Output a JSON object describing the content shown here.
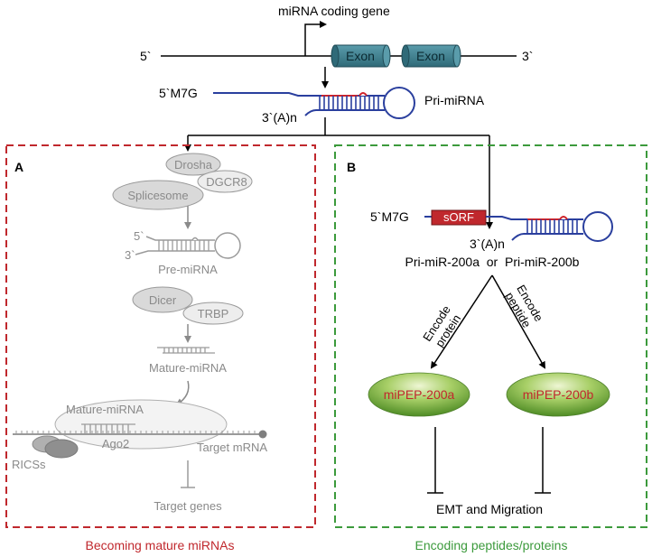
{
  "top": {
    "gene_label": "miRNA coding gene",
    "five_prime": "5`",
    "three_prime": "3`",
    "exon1": "Exon",
    "exon2": "Exon",
    "cap": "5`M7G",
    "polyA": "3`(A)n",
    "pri_label": "Pri-miRNA"
  },
  "panel_a": {
    "letter": "A",
    "drosha": "Drosha",
    "dgcr8": "DGCR8",
    "splicesome": "Splicesome",
    "five_prime": "5`",
    "three_prime": "3`",
    "pre_mirna": "Pre-miRNA",
    "dicer": "Dicer",
    "trbp": "TRBP",
    "mature": "Mature-miRNA",
    "mature2": "Mature-miRNA",
    "ago2": "Ago2",
    "target_mrna": "Target mRNA",
    "ricss": "RICSs",
    "target_genes": "Target genes",
    "caption": "Becoming mature miRNAs"
  },
  "panel_b": {
    "letter": "B",
    "cap": "5`M7G",
    "sorf": "sORF",
    "polyA": "3`(A)n",
    "pri_200": "Pri-miR-200a  or  Pri-miR-200b",
    "encode_protein_1": "Encode",
    "encode_protein_2": "protein",
    "encode_peptide_1": "Encode",
    "encode_peptide_2": "peptide",
    "mipep_a": "miPEP-200a",
    "mipep_b": "miPEP-200b",
    "emt": "EMT and Migration",
    "caption": "Encoding peptides/proteins"
  },
  "colors": {
    "panel_a_border": "#c0282d",
    "panel_b_border": "#3c9a3c",
    "exon_fill": "#3e7f8e",
    "sorf_fill": "#c0282d",
    "mipep_fill": "#6fa83a",
    "mipep_text": "#c0282d",
    "rna_blue": "#2a3f9e",
    "rna_red": "#d0242a"
  }
}
